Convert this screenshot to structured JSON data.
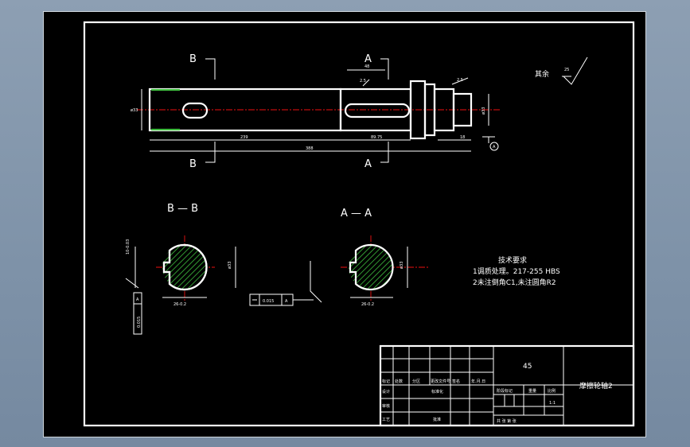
{
  "views": {
    "section_b_label": "B",
    "section_a_label": "A",
    "section_bb_title": "B — B",
    "section_aa_title": "A — A",
    "datum_label": "A"
  },
  "notes": {
    "remaining_label": "其余",
    "roughness_value": "25",
    "tech_title": "技术要求",
    "tech_line1": "1调质处理。217-255 HBS",
    "tech_line2": "2未注倒角C1,未注圆角R2"
  },
  "tolerance": {
    "symmetry_value": "0.015",
    "symmetry_datum": "A",
    "side_value": "0.015",
    "side_datum": "A"
  },
  "title_block": {
    "material": "45",
    "part_name": "摩擦轮轴2",
    "mark_label": "标记",
    "count_label": "处数",
    "zone_label": "分区",
    "change_doc_label": "更改文件号",
    "sign_label": "签名",
    "date_label": "年.月.日",
    "design_label": "设计",
    "standard_label": "标准化",
    "review_label": "审核",
    "process_label": "工艺",
    "approve_label": "批准",
    "stage_label": "阶段标记",
    "weight_label": "重量",
    "scale_label": "比例",
    "scale_value": "1:1",
    "sheets_label": "共  张  第  张"
  }
}
